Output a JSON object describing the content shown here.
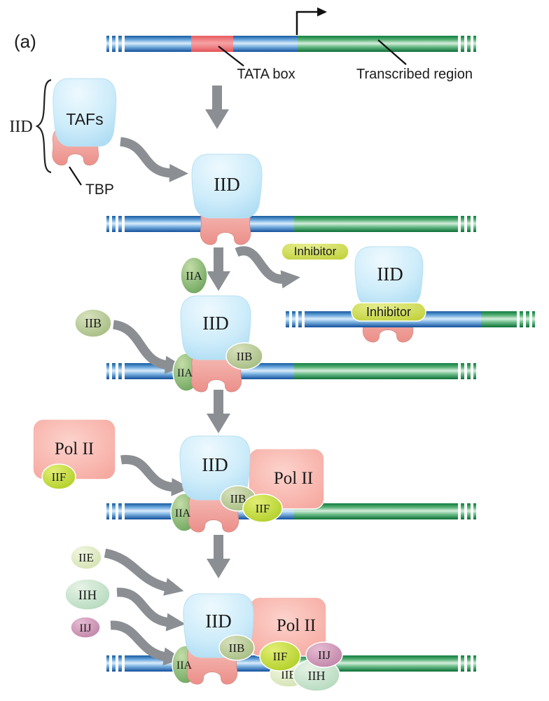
{
  "panel_label": "(a)",
  "annotations": {
    "tata_box": "TATA box",
    "transcribed_region": "Transcribed region",
    "tafs": "TAFs",
    "tbp": "TBP",
    "iid_bracket": "IID"
  },
  "factors": {
    "iid": "IID",
    "iia": "IIA",
    "iib": "IIB",
    "iif": "IIF",
    "iie": "IIE",
    "iih": "IIH",
    "iij": "IIJ",
    "pol_ii": "Pol II",
    "inhibitor": "Inhibitor"
  },
  "colors": {
    "dna_upstream_blue": "#2a72be",
    "dna_transcribed_green": "#1d8f4b",
    "tata_box_red": "#f0797d",
    "iid_blue": "#cdecfa",
    "tbp_pink": "#efa39d",
    "pol_ii_salmon": "#f6aba1",
    "iia_green": "#74aa61",
    "iib_olive": "#aec189",
    "iif_yellow_green": "#bcd32f",
    "iie_pale_green": "#dcebbc",
    "iih_mint": "#c2e2c8",
    "iij_mauve": "#c890ae",
    "inhibitor_chartreuse": "#c9d63c",
    "arrow_gray": "#8b8f93"
  },
  "assembly_rows": [
    {
      "step": "promoter-dna",
      "components": [
        "TATA box",
        "Transcribed region"
      ]
    },
    {
      "step": "iid-binds-tata",
      "components": [
        "IID"
      ]
    },
    {
      "step": "inhibitor-branch",
      "components": [
        "IID",
        "Inhibitor"
      ]
    },
    {
      "step": "iia-iib-join",
      "components": [
        "IIA",
        "IID",
        "IIB"
      ]
    },
    {
      "step": "pol-ii-iif-join",
      "components": [
        "IIA",
        "IID",
        "IIB",
        "IIF",
        "Pol II"
      ]
    },
    {
      "step": "iie-iih-iij-join",
      "components": [
        "IIA",
        "IID",
        "IIB",
        "IIF",
        "Pol II",
        "IIE",
        "IIH",
        "IIJ"
      ]
    }
  ]
}
